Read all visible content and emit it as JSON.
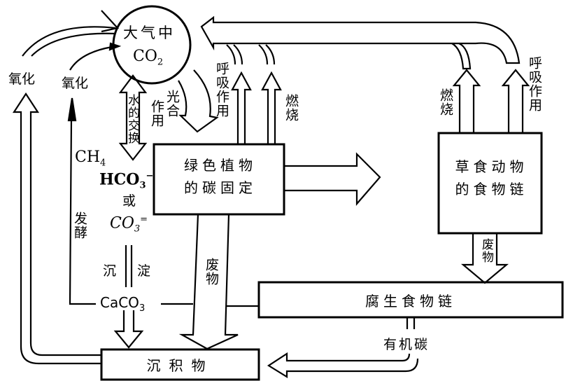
{
  "nodes": {
    "atmosphere": {
      "line1": "大气中",
      "co2": "CO",
      "co2_sub": "2"
    },
    "plants": {
      "line1": "绿色植物",
      "line2": "的碳固定"
    },
    "herbivores": {
      "line1": "草食动物",
      "line2": "的食物链"
    },
    "decomposers": {
      "label": "腐生食物链"
    },
    "sediment": {
      "label": "沉积物"
    }
  },
  "labels": {
    "oxidation_left": "氧化",
    "oxidation_mid": "氧化",
    "water_exchange": "水的交换",
    "photosynthesis_1": "光合",
    "photosynthesis_2": "作用",
    "respiration_plant": "呼吸作用",
    "combustion_plant": "燃烧",
    "combustion_animal": "燃烧",
    "respiration_animal": "呼吸作用",
    "waste_plant": "废物",
    "waste_animal": "废物",
    "fermentation": "发酵",
    "precipitation_1": "沉",
    "precipitation_2": "淀",
    "organic_carbon": "有机碳"
  },
  "chemistry": {
    "ch4": "CH",
    "ch4_sub": "4",
    "hco3": "HCO",
    "hco3_sub": "3",
    "hco3_sup": "−",
    "or": "或",
    "co3": "CO",
    "co3_sub": "3",
    "co3_sup": "=",
    "caco3": "CaCO",
    "caco3_sub": "3"
  }
}
